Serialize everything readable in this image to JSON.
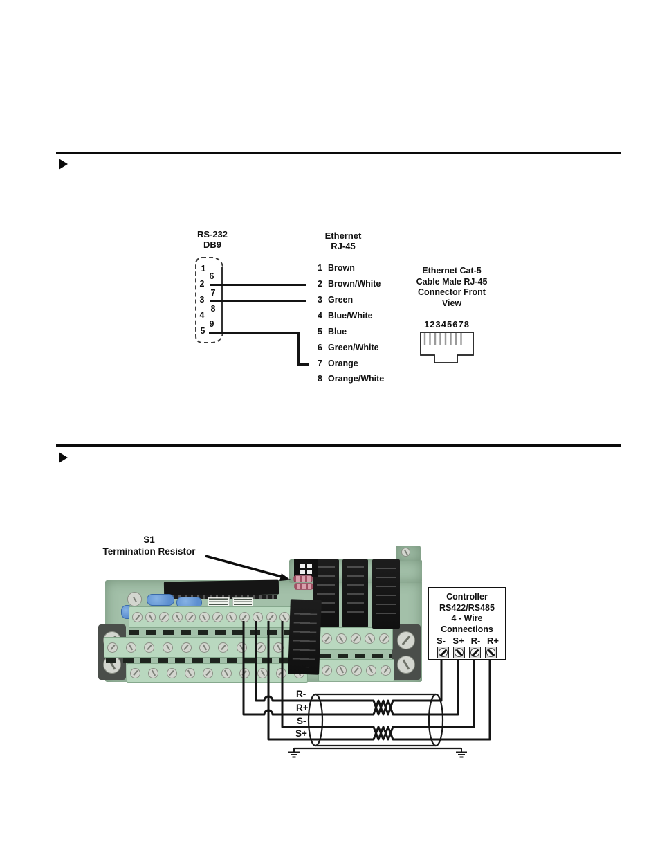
{
  "figure1": {
    "db9": {
      "title1": "RS-232",
      "title2": "DB9",
      "pins": [
        "1",
        "6",
        "2",
        "7",
        "3",
        "8",
        "4",
        "9",
        "5"
      ]
    },
    "rj45": {
      "title1": "Ethernet",
      "title2": "RJ-45",
      "rows": [
        {
          "num": "1",
          "name": "Brown"
        },
        {
          "num": "2",
          "name": "Brown/White"
        },
        {
          "num": "3",
          "name": "Green"
        },
        {
          "num": "4",
          "name": "Blue/White"
        },
        {
          "num": "5",
          "name": "Blue"
        },
        {
          "num": "6",
          "name": "Green/White"
        },
        {
          "num": "7",
          "name": "Orange"
        },
        {
          "num": "8",
          "name": "Orange/White"
        }
      ]
    },
    "cat5": {
      "line1": "Ethernet Cat-5",
      "line2": "Cable Male RJ-45",
      "line3": "Connector Front",
      "line4": "View",
      "pin_numbers": "12345678"
    }
  },
  "figure2": {
    "callout": {
      "line1": "S1",
      "line2": "Termination Resistor"
    },
    "controller": {
      "line1": "Controller",
      "line2": "RS422/RS485",
      "line3": "4 - Wire",
      "line4": "Connections",
      "terminals": [
        {
          "label": "S-"
        },
        {
          "label": "S+"
        },
        {
          "label": "R-"
        },
        {
          "label": "R+"
        }
      ]
    },
    "wire_labels": [
      {
        "label": "R-"
      },
      {
        "label": "R+"
      },
      {
        "label": "S-"
      },
      {
        "label": "S+"
      }
    ]
  },
  "icons": {
    "section_bullet": "right-triangle",
    "ground": "earth-ground",
    "terminal_screw": "slotted-screw"
  },
  "colors": {
    "wire": "#141414",
    "pcb_green": "#a3c0a9",
    "terminal_block_green": "#b9d8bf",
    "relay_black": "#171717",
    "screw_metal": "#d3d6cf",
    "capacitor_blue": "#5d8fd0",
    "resistor_pink": "#d79fab",
    "mount_gray": "#4a4e4a"
  }
}
